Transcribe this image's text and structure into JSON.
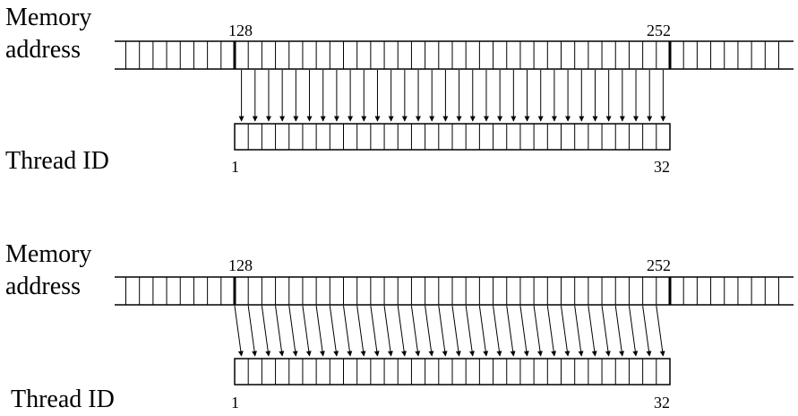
{
  "panels": [
    {
      "memory_label_line1": "Memory",
      "memory_label_line2": "address",
      "thread_label": "Thread ID",
      "mem_start_label": "128",
      "mem_end_label": "252",
      "thread_start_label": "1",
      "thread_end_label": "32",
      "thread_count": 32,
      "access_pattern": "aligned"
    },
    {
      "memory_label_line1": "Memory",
      "memory_label_line2": "address",
      "thread_label": "Thread ID",
      "mem_start_label": "128",
      "mem_end_label": "252",
      "thread_start_label": "1",
      "thread_end_label": "32",
      "thread_count": 32,
      "access_pattern": "misaligned"
    }
  ],
  "colors": {
    "line": "#000000",
    "background": "#ffffff"
  }
}
